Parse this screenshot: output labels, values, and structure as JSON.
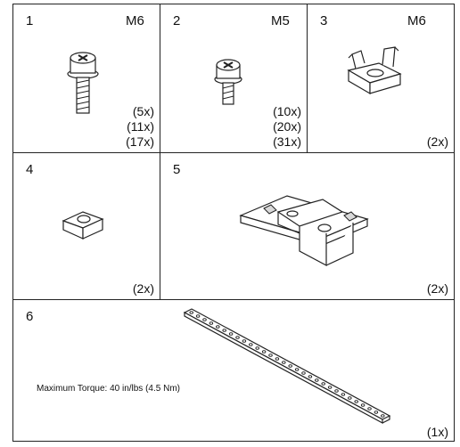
{
  "parts": [
    {
      "number": "1",
      "size": "M6",
      "quantities": [
        "(5x)",
        "(11x)",
        "(17x)"
      ],
      "icon": "flange-screw-icon"
    },
    {
      "number": "2",
      "size": "M5",
      "quantities": [
        "(10x)",
        "(20x)",
        "(31x)"
      ],
      "icon": "flange-screw-icon"
    },
    {
      "number": "3",
      "size": "M6",
      "quantities": [
        "(2x)"
      ],
      "icon": "cage-nut-icon"
    },
    {
      "number": "4",
      "size": "",
      "quantities": [
        "(2x)"
      ],
      "icon": "square-nut-icon"
    },
    {
      "number": "5",
      "size": "",
      "quantities": [
        "(2x)"
      ],
      "icon": "bracket-icon"
    },
    {
      "number": "6",
      "size": "",
      "quantities": [
        "(1x)"
      ],
      "icon": "perforated-bar-icon",
      "note": "Maximum Torque:  40 in/lbs (4.5 Nm)"
    }
  ],
  "colors": {
    "line": "#222222",
    "fill": "#ffffff",
    "shade": "#d9d9d9"
  }
}
